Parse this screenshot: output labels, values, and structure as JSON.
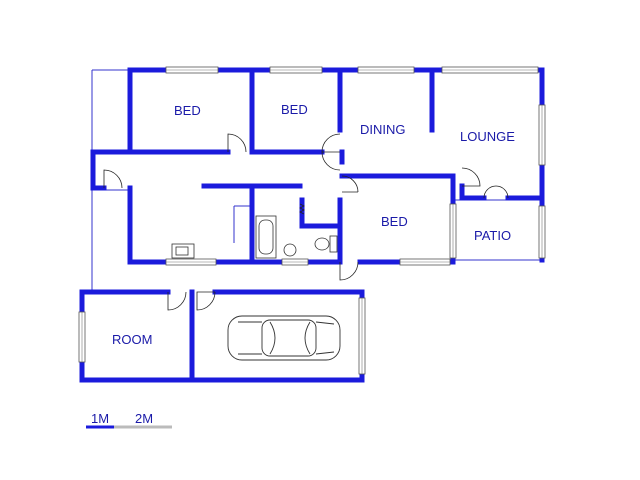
{
  "rooms": {
    "bed1": "BED",
    "bed2": "BED",
    "dining": "DINING",
    "lounge": "LOUNGE",
    "bed3": "BED",
    "patio": "PATIO",
    "room": "ROOM"
  },
  "scale": {
    "label_1": "1M",
    "label_2": "2M"
  },
  "colors": {
    "walls": "#1b1bdc",
    "labels": "#1a1aa8",
    "scale_bar_primary": "#1b1bdc",
    "scale_bar_secondary": "#bbbbbb"
  },
  "icons": [
    "door-swing-icon",
    "window-icon",
    "bathtub-icon",
    "toilet-icon",
    "basin-icon",
    "sink-icon",
    "car-icon"
  ]
}
